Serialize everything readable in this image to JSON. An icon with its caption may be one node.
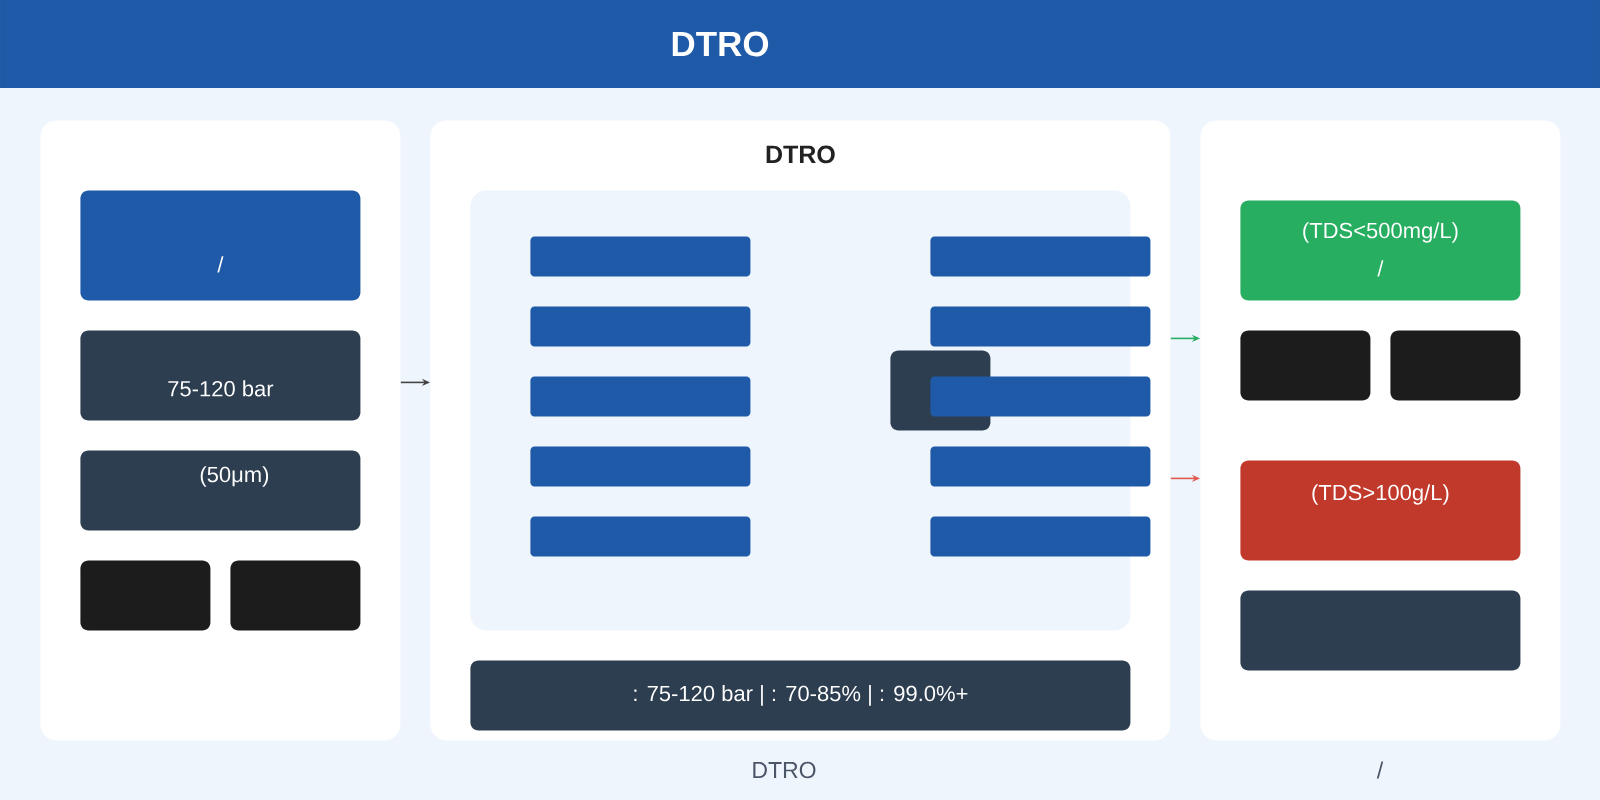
{
  "diagram": {
    "title": "DTRO",
    "nodes": [
      {
        "text": [],
        "shape": "box"
      },
      {
        "text": [
          "/"
        ],
        "in": 0
      },
      {
        "text": [
          "75-120 bar"
        ],
        "in": 0
      },
      {
        "text": [
          "(50μm)"
        ],
        "in": 0
      },
      {
        "text": [],
        "shape": "box",
        "in": 0
      },
      {
        "text": [],
        "shape": "box",
        "in": 0
      },
      {
        "text": [
          "DTRO"
        ]
      },
      {
        "text": [],
        "shape": "box",
        "in": 6
      },
      {
        "text": [],
        "shape": "bar",
        "in": 7
      },
      {
        "text": [],
        "shape": "bar",
        "in": 7
      },
      {
        "text": [],
        "shape": "bar",
        "in": 7
      },
      {
        "text": [],
        "shape": "bar",
        "in": 7
      },
      {
        "text": [],
        "shape": "bar",
        "in": 7
      },
      {
        "text": [],
        "shape": "box",
        "in": 7
      },
      {
        "text": [],
        "shape": "bar",
        "in": 6
      },
      {
        "text": [],
        "shape": "bar",
        "in": 6
      },
      {
        "text": [],
        "shape": "bar",
        "in": 6
      },
      {
        "text": [],
        "shape": "bar",
        "in": 6
      },
      {
        "text": [],
        "shape": "bar",
        "in": 6
      },
      {
        "text": [
          ": 75-120 bar | : 70-85% | : 99.0%+"
        ],
        "in": 6
      },
      {
        "text": [],
        "shape": "box"
      },
      {
        "text": [
          "(TDS<500mg/L)",
          "/"
        ],
        "in": 20
      },
      {
        "text": [],
        "shape": "box",
        "in": 20
      },
      {
        "text": [],
        "shape": "box",
        "in": 20
      },
      {
        "text": [
          "(TDS>100g/L)"
        ],
        "in": 20
      },
      {
        "text": [],
        "shape": "box",
        "in": 20
      }
    ],
    "edges": [
      {
        "from": 0,
        "to": 6,
        "arrow": "to"
      },
      {
        "from": 6,
        "to": 20,
        "arrow": "to",
        "color": "#27ae60"
      },
      {
        "from": 6,
        "to": 20,
        "arrow": "to",
        "color": "#e05a4f"
      }
    ],
    "labels": [
      "DTRO",
      "/"
    ]
  }
}
